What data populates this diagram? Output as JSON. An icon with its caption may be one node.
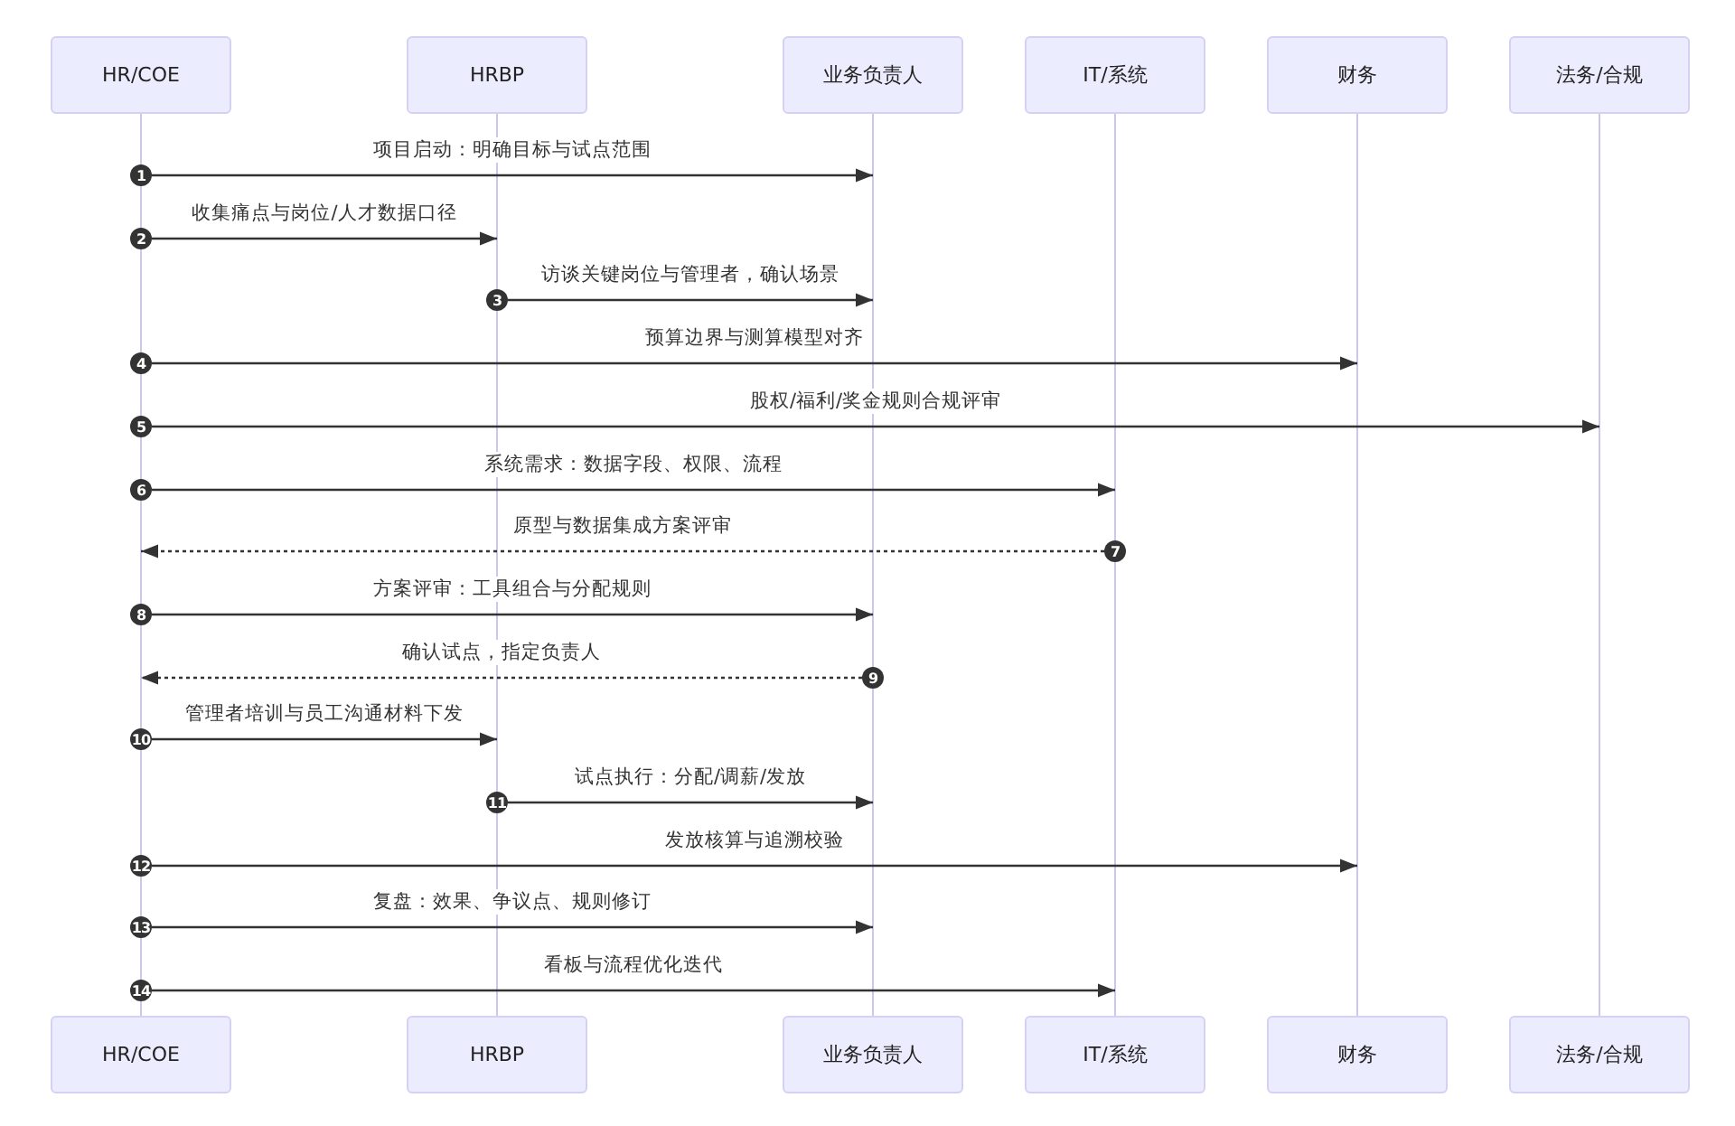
{
  "diagram": {
    "nodes": [
      {
        "text": [
          "HR/COE"
        ]
      },
      {
        "text": [
          "HRBP"
        ]
      },
      {
        "text": [
          "业务负责人"
        ]
      },
      {
        "text": [
          "IT/系统"
        ]
      },
      {
        "text": [
          "财务"
        ]
      },
      {
        "text": [
          "法务/合规"
        ]
      },
      {
        "text": [
          "1"
        ]
      },
      {
        "text": [
          "2"
        ]
      },
      {
        "text": [
          "3"
        ]
      },
      {
        "text": [
          "4"
        ]
      },
      {
        "text": [
          "5"
        ]
      },
      {
        "text": [
          "6"
        ]
      },
      {
        "text": [
          "7"
        ]
      },
      {
        "text": [
          "8"
        ]
      },
      {
        "text": [
          "9"
        ]
      },
      {
        "text": [
          "10"
        ]
      },
      {
        "text": [
          "11"
        ]
      },
      {
        "text": [
          "12"
        ]
      },
      {
        "text": [
          "13"
        ]
      },
      {
        "text": [
          "14"
        ]
      },
      {
        "text": [
          "HR/COE"
        ]
      },
      {
        "text": [
          "HRBP"
        ]
      },
      {
        "text": [
          "业务负责人"
        ]
      },
      {
        "text": [
          "IT/系统"
        ]
      },
      {
        "text": [
          "财务"
        ]
      },
      {
        "text": [
          "法务/合规"
        ]
      }
    ],
    "edges": [
      {
        "from": 0,
        "to": 20,
        "arrow": "none",
        "color": "#cdc6f2"
      },
      {
        "from": 1,
        "to": 21,
        "arrow": "none",
        "color": "#cdc6f2"
      },
      {
        "from": 2,
        "to": 22,
        "arrow": "none",
        "color": "#cdc6f2"
      },
      {
        "from": 3,
        "to": 23,
        "arrow": "none",
        "color": "#cdc6f2"
      },
      {
        "from": 4,
        "to": 24,
        "arrow": "none",
        "color": "#cdc6f2"
      },
      {
        "from": 5,
        "to": 25,
        "arrow": "none",
        "color": "#cdc6f2"
      },
      {
        "from": 6,
        "to": null,
        "arrow": "to",
        "label": "项目启动：明确目标与试点范围"
      },
      {
        "from": 7,
        "to": null,
        "arrow": "to",
        "label": "收集痛点与岗位/人才数据口径"
      },
      {
        "from": 8,
        "to": null,
        "arrow": "to",
        "label": "访谈关键岗位与管理者，确认场景"
      },
      {
        "from": 9,
        "to": null,
        "arrow": "to",
        "label": "预算边界与测算模型对齐"
      },
      {
        "from": 10,
        "to": null,
        "arrow": "to",
        "label": "股权/福利/奖金规则合规评审"
      },
      {
        "from": 11,
        "to": null,
        "arrow": "to",
        "label": "系统需求：数据字段、权限、流程"
      },
      {
        "from": 12,
        "to": null,
        "arrow": "to",
        "label": "原型与数据集成方案评审",
        "style": "dashed"
      },
      {
        "from": 13,
        "to": null,
        "arrow": "to",
        "label": "方案评审：工具组合与分配规则"
      },
      {
        "from": 14,
        "to": null,
        "arrow": "to",
        "label": "确认试点，指定负责人",
        "style": "dashed"
      },
      {
        "from": 15,
        "to": null,
        "arrow": "to",
        "label": "管理者培训与员工沟通材料下发"
      },
      {
        "from": 16,
        "to": null,
        "arrow": "to",
        "label": "试点执行：分配/调薪/发放"
      },
      {
        "from": 17,
        "to": null,
        "arrow": "to",
        "label": "发放核算与追溯校验"
      },
      {
        "from": 18,
        "to": null,
        "arrow": "to",
        "label": "复盘：效果、争议点、规则修订"
      },
      {
        "from": 19,
        "to": 23,
        "arrow": "to",
        "label": "看板与流程优化迭代"
      }
    ]
  }
}
